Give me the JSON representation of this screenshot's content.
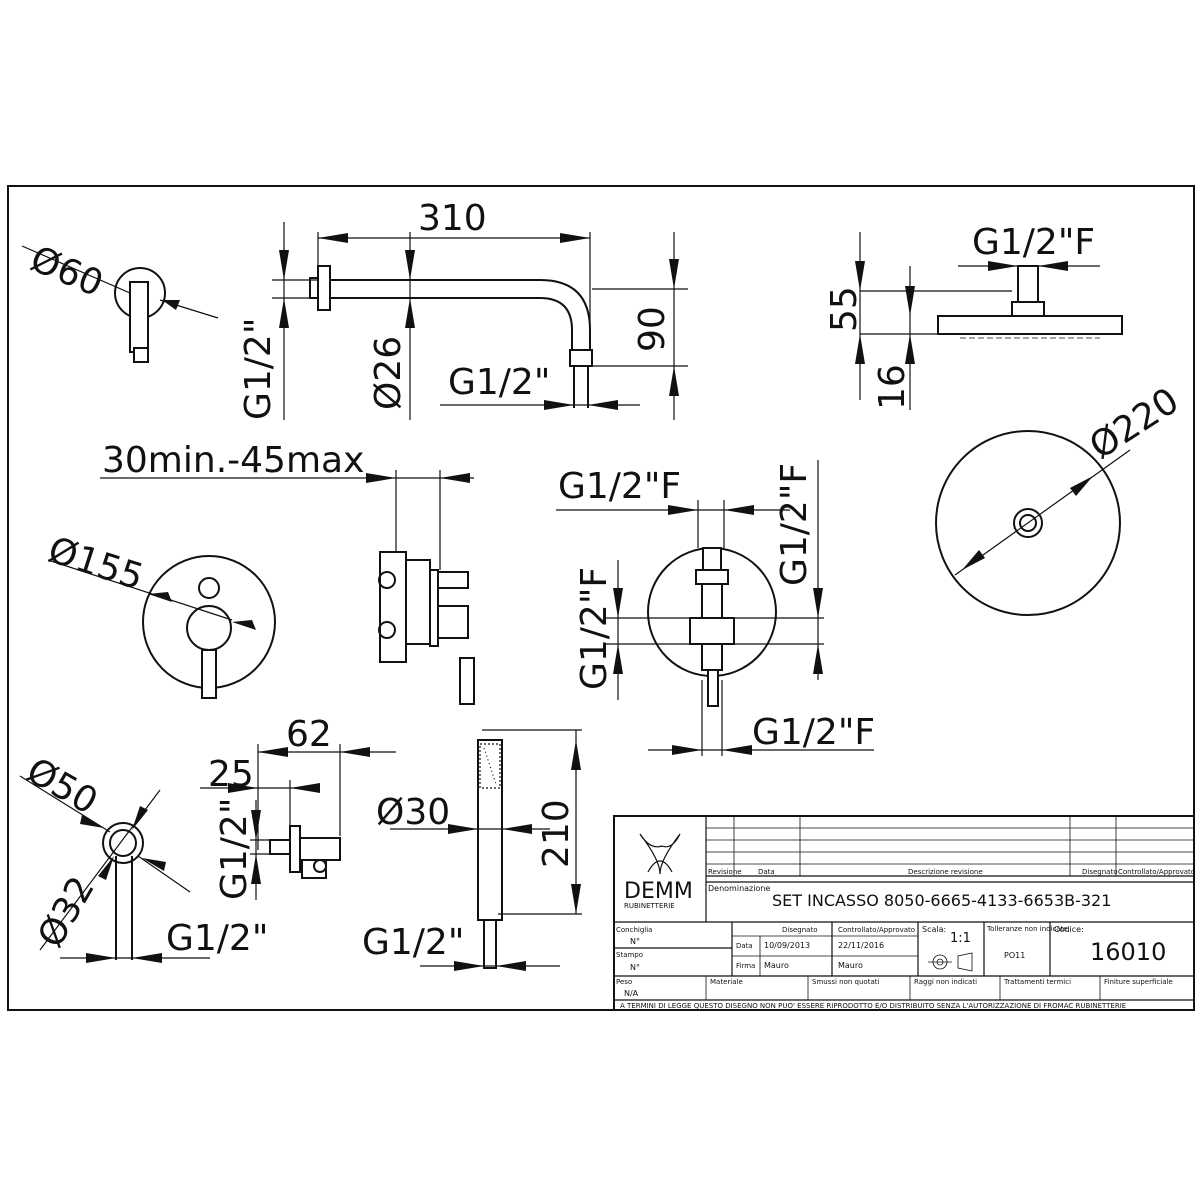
{
  "dimensions": {
    "d60": "Ø60",
    "l310": "310",
    "g12_arm_left": "G1/2\"",
    "d26": "Ø26",
    "h90": "90",
    "g12_arm_bottom": "G1/2\"",
    "g12f_head": "G1/2\"F",
    "h55": "55",
    "h16": "16",
    "d220": "Ø220",
    "range_30_45": "30min.-45max",
    "d155": "Ø155",
    "g12f_valve_top": "G1/2\"F",
    "g12f_valve_right": "G1/2\"F",
    "g12f_valve_left": "G1/2\"F",
    "g12f_valve_bottom": "G1/2\"F",
    "d50": "Ø50",
    "d32": "Ø32",
    "g12_outlet_bottom": "G1/2\"",
    "l62": "62",
    "l25": "25",
    "g12_outlet_side": "G1/2\"",
    "d30": "Ø30",
    "l210": "210",
    "g12_handshower": "G1/2\""
  },
  "title_block": {
    "logo_text": "DEMM",
    "logo_subtext": "RUBINETTERIE",
    "hdr_revisione": "Revisione",
    "hdr_data": "Data",
    "hdr_descrizione": "Descrizione revisione",
    "hdr_disegnato": "Disegnato",
    "hdr_controllato": "Controllato/Approvato",
    "lbl_denominazione": "Denominazione",
    "denominazione": "SET INCASSO 8050-6665-4133-6653B-321",
    "lbl_conchiglia": "Conchiglia",
    "val_conchiglia": "N°",
    "lbl_stampo": "Stampo",
    "val_stampo": "N°",
    "lbl_disegnato": "Disegnato",
    "lbl_controllato": "Controllato/Approvato",
    "lbl_data": "Data",
    "data_disegnato": "10/09/2013",
    "data_controllato": "22/11/2016",
    "lbl_firma": "Firma",
    "firma_disegnato": "Mauro",
    "firma_controllato": "Mauro",
    "lbl_scala": "Scala:",
    "scala": "1:1",
    "lbl_tolleranze": "Tolleranze non indicate",
    "tolleranze": "PO11",
    "lbl_codice": "Codice:",
    "codice": "16010",
    "lbl_peso": "Peso",
    "peso": "N/A",
    "lbl_materiale": "Materiale",
    "lbl_smussi": "Smussi non quotati",
    "lbl_raggi": "Raggi non indicati",
    "lbl_trattamenti": "Trattamenti termici",
    "lbl_finiture": "Finiture superficiale",
    "copyright": "A TERMINI DI LEGGE QUESTO DISEGNO NON PUO' ESSERE RIPRODOTTO E/O DISTRIBUITO SENZA L'AUTORIZZAZIONE DI FROMAC RUBINETTERIE"
  }
}
